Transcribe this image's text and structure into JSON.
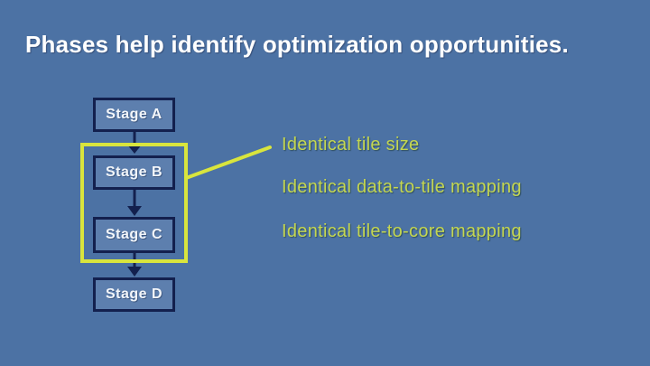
{
  "slide": {
    "title": "Phases help identify optimization opportunities.",
    "flowchart": {
      "stages": [
        {
          "label": "Stage A"
        },
        {
          "label": "Stage B"
        },
        {
          "label": "Stage C"
        },
        {
          "label": "Stage D"
        }
      ]
    },
    "callouts": [
      {
        "label": "Identical tile size"
      },
      {
        "label": "Identical data-to-tile mapping"
      },
      {
        "label": "Identical tile-to-core mapping"
      }
    ],
    "colors": {
      "background": "#4c72a4",
      "box_fill": "#5d7fae",
      "box_border": "#13204e",
      "arrow": "#13204e",
      "highlight": "#d9e53d",
      "callout_text": "#c4d651",
      "title_text": "#ffffff"
    }
  }
}
